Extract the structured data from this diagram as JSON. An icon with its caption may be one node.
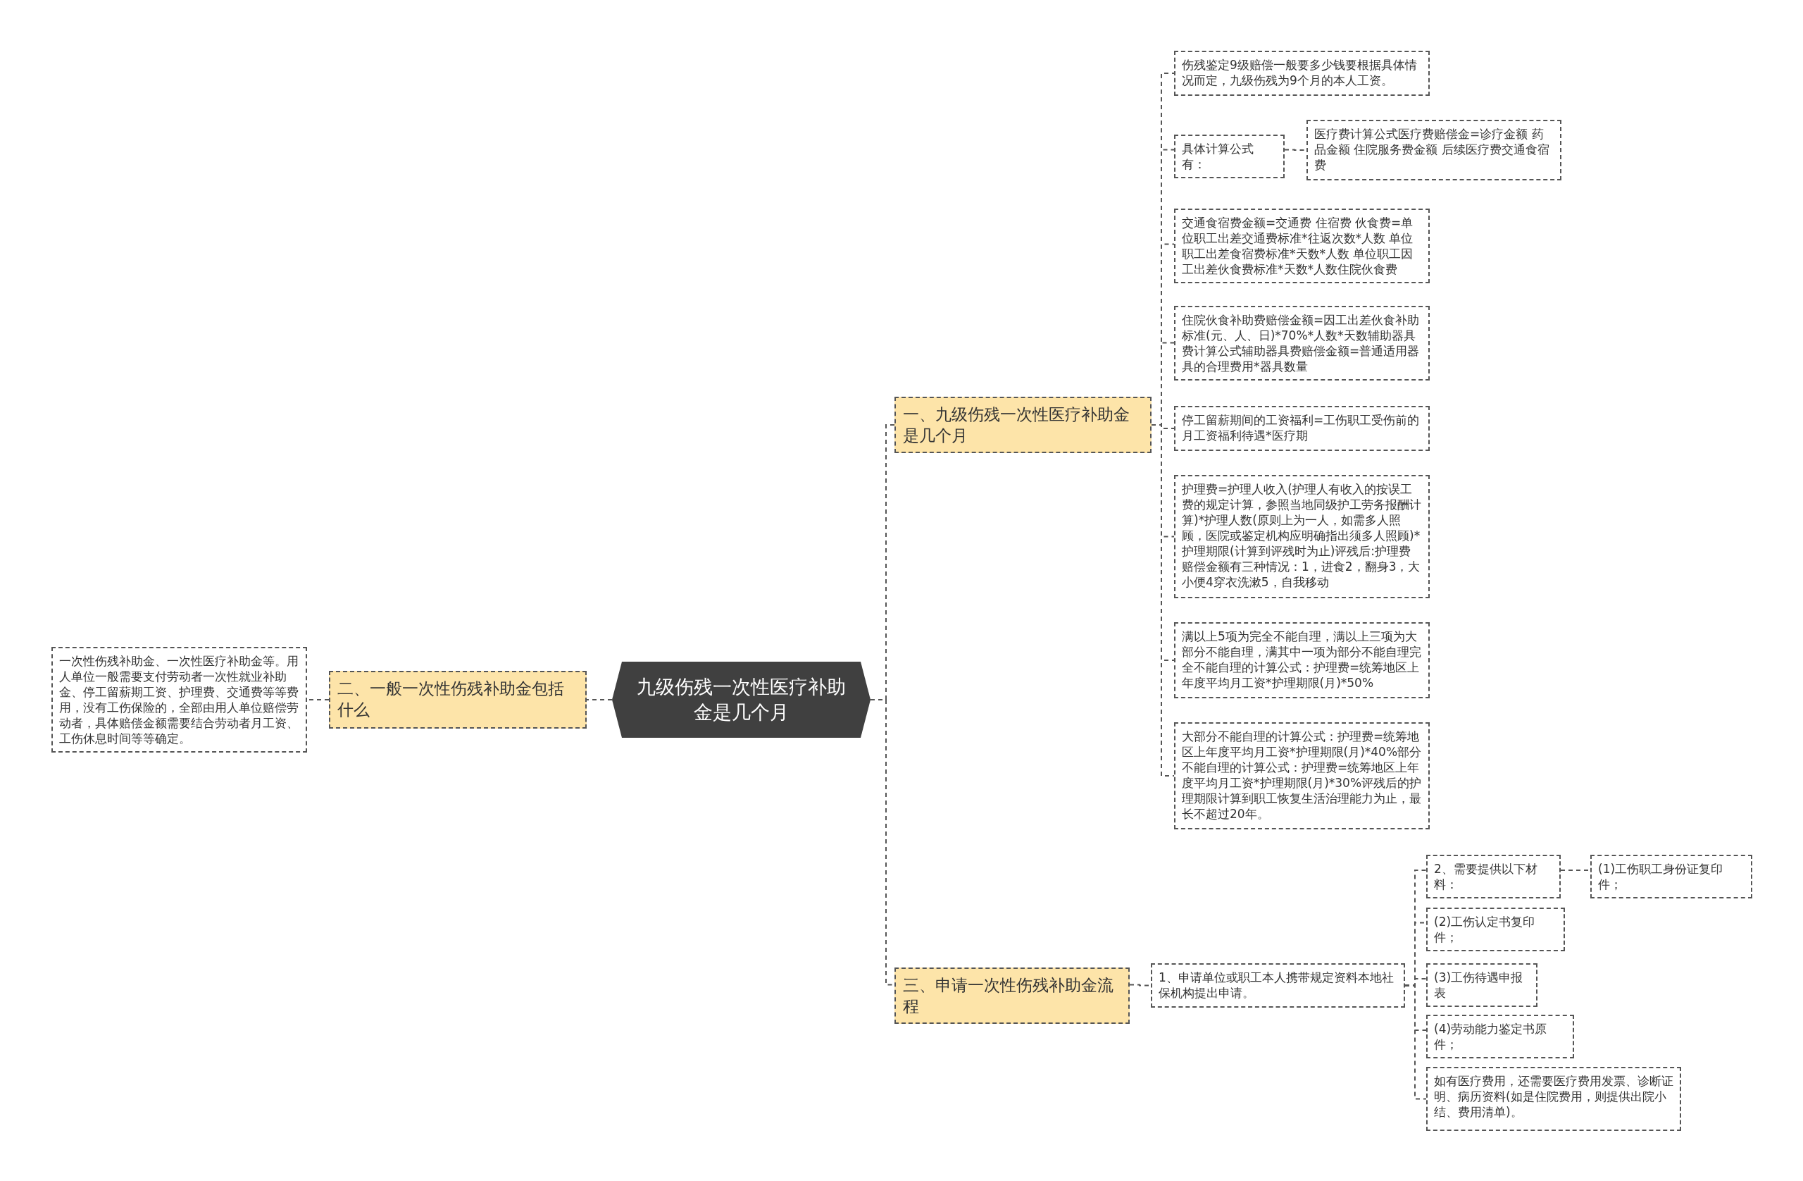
{
  "diagram": {
    "nodes": [
      {
        "text": [
          "九级伤残一次性医疗补助金是几个月"
        ]
      },
      {
        "text": [
          "一、九级伤残一次性医疗补助金是几个月"
        ]
      },
      {
        "text": [
          "伤残鉴定9级赔偿一般要多少钱要根据具体情况而定，九级伤残为9个月的本人工资。"
        ]
      },
      {
        "text": [
          "具体计算公式有："
        ]
      },
      {
        "text": [
          "医疗费计算公式医疗费赔偿金=诊疗金额 药品金额 住院服务费金额 后续医疗费交通食宿费"
        ]
      },
      {
        "text": [
          "交通食宿费金额=交通费 住宿费 伙食费=单位职工出差交通费标准*往返次数*人数 单位职工出差食宿费标准*天数*人数 单位职工因工出差伙食费标准*天数*人数住院伙食费"
        ]
      },
      {
        "text": [
          "住院伙食补助费赔偿金额=因工出差伙食补助标准(元、人、日)*70%*人数*天数辅助器具费计算公式辅助器具费赔偿金额=普通适用器具的合理费用*器具数量"
        ]
      },
      {
        "text": [
          "停工留薪期间的工资福利=工伤职工受伤前的月工资福利待遇*医疗期"
        ]
      },
      {
        "text": [
          "护理费=护理人收入(护理人有收入的按误工费的规定计算，参照当地同级护工劳务报酬计算)*护理人数(原则上为一人，如需多人照顾，医院或鉴定机构应明确指出须多人照顾)*护理期限(计算到评残时为止)评残后:护理费赔偿金额有三种情况：1，进食2，翻身3，大小便4穿衣洗漱5，自我移动"
        ]
      },
      {
        "text": [
          "满以上5项为完全不能自理，满以上三项为大部分不能自理，满其中一项为部分不能自理完全不能自理的计算公式：护理费=统筹地区上年度平均月工资*护理期限(月)*50%"
        ]
      },
      {
        "text": [
          "大部分不能自理的计算公式：护理费=统筹地区上年度平均月工资*护理期限(月)*40%部分不能自理的计算公式：护理费=统筹地区上年度平均月工资*护理期限(月)*30%评残后的护理期限计算到职工恢复生活治理能力为止，最长不超过20年。"
        ]
      },
      {
        "text": [
          "二、一般一次性伤残补助金包括什么"
        ]
      },
      {
        "text": [
          "一次性伤残补助金、一次性医疗补助金等。用人单位一般需要支付劳动者一次性就业补助金、停工留薪期工资、护理费、交通费等等费用，没有工伤保险的，全部由用人单位赔偿劳动者，具体赔偿金额需要结合劳动者月工资、工伤休息时间等等确定。"
        ]
      },
      {
        "text": [
          "三、申请一次性伤残补助金流程"
        ]
      },
      {
        "text": [
          "1、申请单位或职工本人携带规定资料本地社保机构提出申请。"
        ]
      },
      {
        "text": [
          "2、需要提供以下材料："
        ]
      },
      {
        "text": [
          "(1)工伤职工身份证复印件；"
        ]
      },
      {
        "text": [
          "(2)工伤认定书复印件；"
        ]
      },
      {
        "text": [
          "(3)工伤待遇申报表"
        ]
      },
      {
        "text": [
          "(4)劳动能力鉴定书原件；"
        ]
      },
      {
        "text": [
          "如有医疗费用，还需要医疗费用发票、诊断证明、病历资料(如是住院费用，则提供出院小结、费用清单)。"
        ]
      }
    ],
    "edges": [
      {
        "from": 0,
        "to": 1,
        "arrow": "none"
      },
      {
        "from": 1,
        "to": 2,
        "arrow": "none"
      },
      {
        "from": 1,
        "to": 3,
        "arrow": "none"
      },
      {
        "from": 3,
        "to": 4,
        "arrow": "none"
      },
      {
        "from": 1,
        "to": 5,
        "arrow": "none"
      },
      {
        "from": 1,
        "to": 6,
        "arrow": "none"
      },
      {
        "from": 1,
        "to": 7,
        "arrow": "none"
      },
      {
        "from": 1,
        "to": 8,
        "arrow": "none"
      },
      {
        "from": 1,
        "to": 9,
        "arrow": "none"
      },
      {
        "from": 1,
        "to": 10,
        "arrow": "none"
      },
      {
        "from": 0,
        "to": 11,
        "arrow": "none"
      },
      {
        "from": 11,
        "to": 12,
        "arrow": "none"
      },
      {
        "from": 0,
        "to": 13,
        "arrow": "none"
      },
      {
        "from": 13,
        "to": 14,
        "arrow": "none"
      },
      {
        "from": 14,
        "to": 15,
        "arrow": "none"
      },
      {
        "from": 15,
        "to": 16,
        "arrow": "none"
      },
      {
        "from": 14,
        "to": 17,
        "arrow": "none"
      },
      {
        "from": 14,
        "to": 18,
        "arrow": "none"
      },
      {
        "from": 14,
        "to": 19,
        "arrow": "none"
      },
      {
        "from": 14,
        "to": 20,
        "arrow": "none"
      }
    ]
  }
}
